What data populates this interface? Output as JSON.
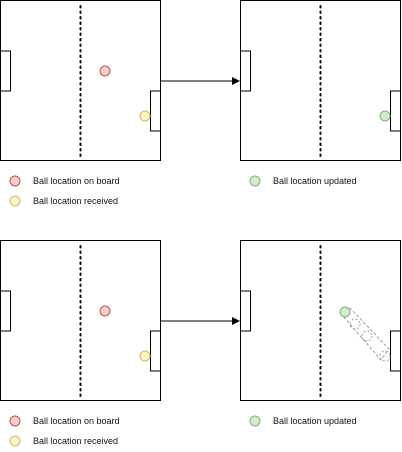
{
  "legend": {
    "board": "Ball location on board",
    "received": "Ball location received",
    "updated": "Ball location updated"
  },
  "colors": {
    "red_fill": "#f8cecc",
    "red_stroke": "#b85450",
    "yellow_fill": "#fff2cc",
    "yellow_stroke": "#d6b656",
    "green_fill": "#d5e8d4",
    "green_stroke": "#82b366",
    "line": "#000000",
    "ghost": "#999999"
  }
}
